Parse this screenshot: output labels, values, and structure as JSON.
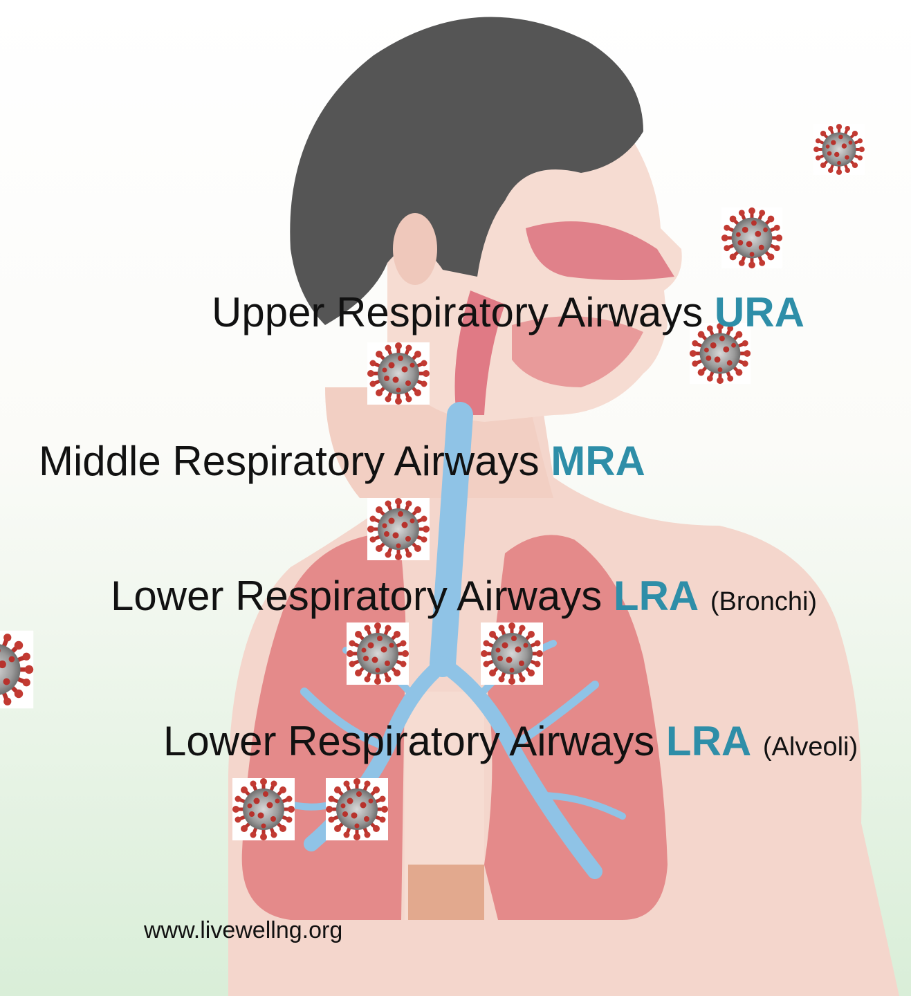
{
  "colors": {
    "accent": "#2e8ea8",
    "virus": "#b7322c",
    "lung": "#d9666a",
    "airway": "#8fc3e6"
  },
  "labels": {
    "ura": {
      "text": "Upper Respiratory Airways",
      "abbr": "URA"
    },
    "mra": {
      "text": "Middle Respiratory Airways",
      "abbr": "MRA"
    },
    "lra_bronchi": {
      "text": "Lower Respiratory Airways",
      "abbr": "LRA",
      "sub": "(Bronchi)"
    },
    "lra_alveoli": {
      "text": "Lower Respiratory Airways",
      "abbr": "LRA",
      "sub": "(Alveoli)"
    }
  },
  "watermark": "www.livewellng.org",
  "icons": [
    "coronavirus-icon"
  ]
}
